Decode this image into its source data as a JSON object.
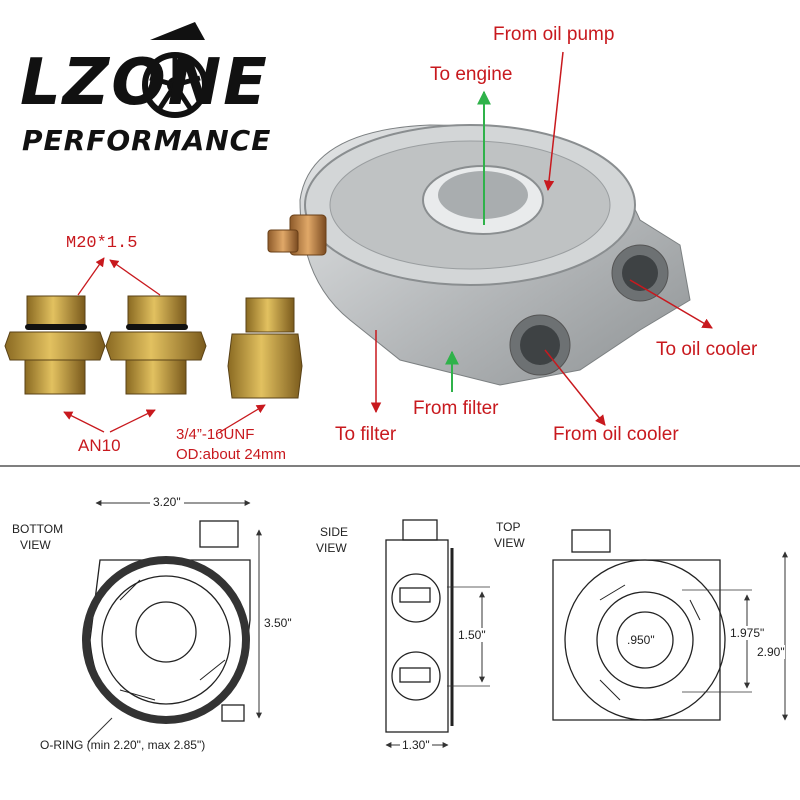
{
  "brand": {
    "name": "LZONE",
    "tagline": "PERFORMANCE"
  },
  "photo_labels": {
    "from_oil_pump": "From oil pump",
    "to_engine": "To engine",
    "to_oil_cooler": "To oil cooler",
    "from_filter": "From filter",
    "to_filter": "To filter",
    "from_oil_cooler": "From oil cooler"
  },
  "fittings": {
    "thread": "M20*1.5",
    "an_size": "AN10",
    "unf": "3/4”-16UNF",
    "od": "OD:about 24mm"
  },
  "drawing": {
    "bottom_view": [
      "BOTTOM",
      "VIEW"
    ],
    "side_view": [
      "SIDE",
      "VIEW"
    ],
    "top_view": [
      "TOP",
      "VIEW"
    ],
    "width": "3.20\"",
    "height": "3.50\"",
    "port_spacing": "1.50\"",
    "side_width": "1.30\"",
    "center_bore": ".950\"",
    "top_span": "1.975\"",
    "top_height": "2.90\"",
    "oring": "O-RING (min 2.20\", max 2.85\")"
  },
  "colors": {
    "label_red": "#c8191e",
    "arrow_green": "#2fb24a",
    "brass": "#c9a23a",
    "copper": "#c98a46",
    "aluminum": "#c9cbcc"
  }
}
